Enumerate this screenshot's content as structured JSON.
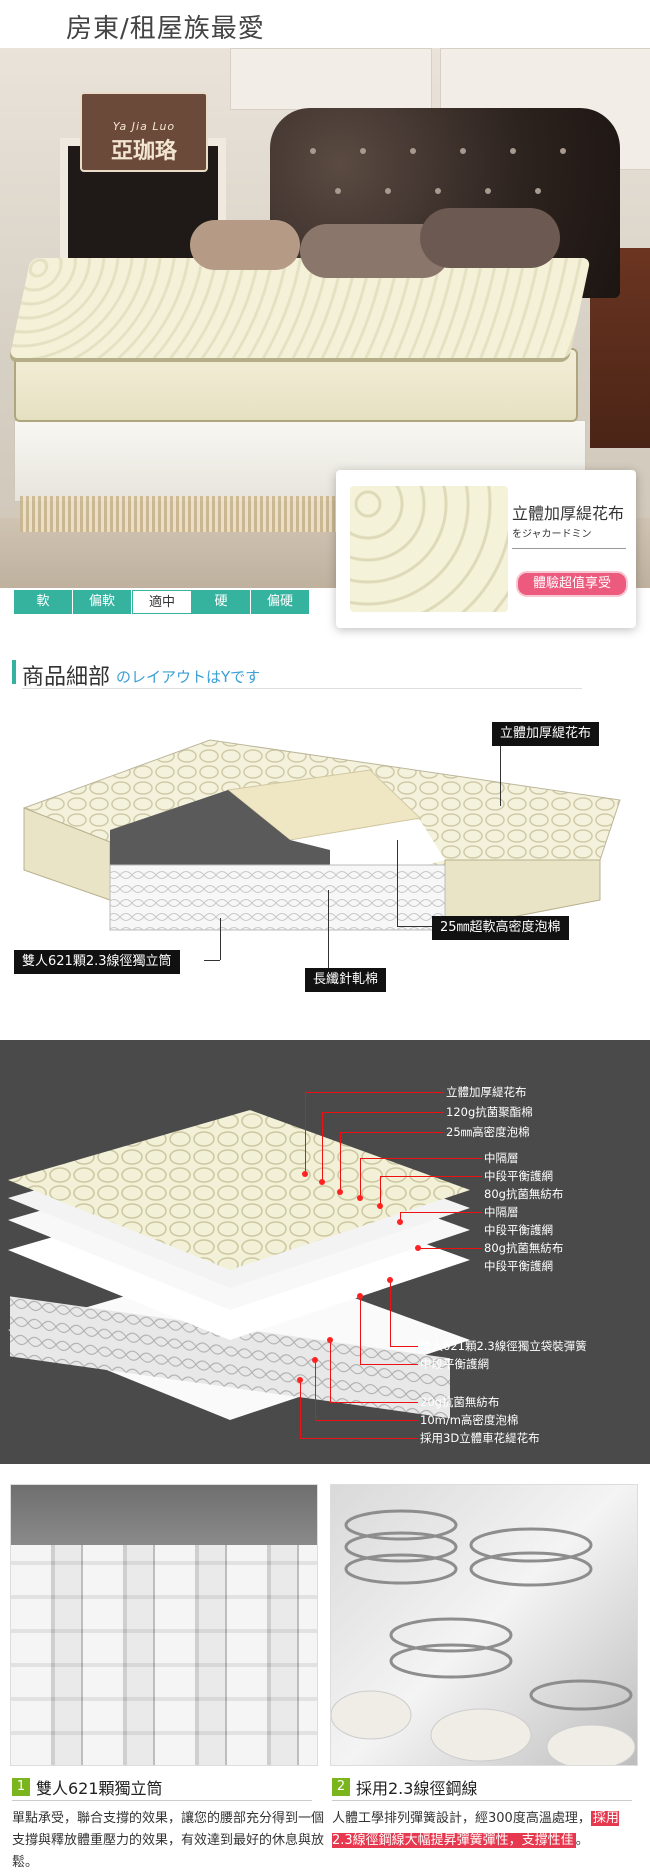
{
  "hero": {
    "title": "房東/租屋族最愛",
    "logo_en": "Ya Jia Luo",
    "logo_zh": "亞珈珞"
  },
  "fabric_card": {
    "title": "立體加厚緹花布",
    "subtitle": "をジャカードミン",
    "badge": "體驗超值享受"
  },
  "firmness": {
    "options": [
      "軟",
      "偏軟",
      "適中",
      "硬",
      "偏硬"
    ],
    "selected": "適中"
  },
  "section": {
    "title": "商品細部",
    "subtitle": "のレイアウトはYです"
  },
  "diagram1": {
    "labels": [
      "立體加厚緹花布",
      "25㎜超軟高密度泡棉",
      "雙人621顆2.3線徑獨立筒",
      "長纖針軋棉"
    ]
  },
  "layers": {
    "labels": [
      "立體加厚緹花布",
      "120g抗菌聚酯棉",
      "25㎜高密度泡棉",
      "中隔層",
      "中段平衡護網",
      "80g抗菌無紡布",
      "中隔層",
      "中段平衡護網",
      "80g抗菌無紡布",
      "中段平衡護網",
      "雙人621顆2.3線徑獨立袋裝彈簧",
      "中段平衡護網",
      "20g抗菌無紡布",
      "10m/m高密度泡棉",
      "採用3D立體車花緹花布"
    ]
  },
  "feature1": {
    "num": "1",
    "title": "雙人621顆獨立筒",
    "text": "單點承受，聯合支撐的效果，讓您的腰部充分得到一個支撐與釋放體重壓力的效果，有效達到最好的休息與放鬆。"
  },
  "feature2": {
    "num": "2",
    "title": "採用2.3線徑鋼線",
    "text": "人體工學排列彈簧設計，經300度高溫處理",
    "highlight": "採用2.3線徑鋼線大幅提昇彈簧彈性，支撐性佳",
    "text_end": "。"
  }
}
